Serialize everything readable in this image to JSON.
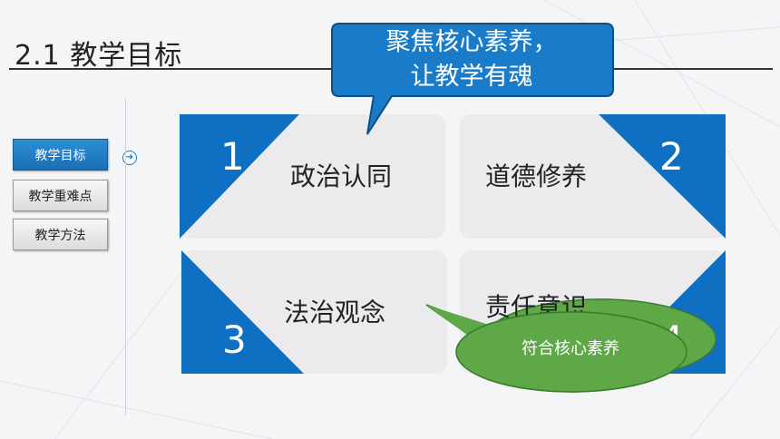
{
  "page": {
    "title": "2.1 教学目标"
  },
  "sidebar": {
    "items": [
      {
        "label": "教学目标",
        "active": true
      },
      {
        "label": "教学重难点",
        "active": false
      },
      {
        "label": "教学方法",
        "active": false
      }
    ]
  },
  "callout": {
    "line1": "聚焦核心素养，",
    "line2": "让教学有魂"
  },
  "panels": [
    {
      "number": "1",
      "label": "政治认同"
    },
    {
      "number": "2",
      "label": "道德修养"
    },
    {
      "number": "3",
      "label": "法治观念"
    },
    {
      "number": "4",
      "label": "责任意识"
    }
  ],
  "bubble": {
    "text": "符合核心素养"
  },
  "colors": {
    "accent_blue": "#0f6fc2",
    "callout_blue": "#1a7cc9",
    "bubble_green": "#5fa847",
    "panel_gray": "#ebebed"
  }
}
